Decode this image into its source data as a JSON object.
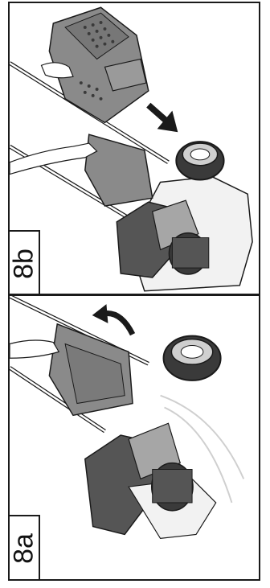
{
  "figure": {
    "panels": [
      {
        "step_label": "8b",
        "description_icon": "grass-box-removal-illustration"
      },
      {
        "step_label": "8a",
        "description_icon": "lift-flap-illustration"
      }
    ],
    "colors": {
      "line": "#1a1a1a",
      "grass_box": "#8a8a8a",
      "dark_grey": "#555555",
      "mid_grey": "#a6a6a6",
      "light_grey": "#d9d9d9",
      "white": "#ffffff"
    }
  }
}
